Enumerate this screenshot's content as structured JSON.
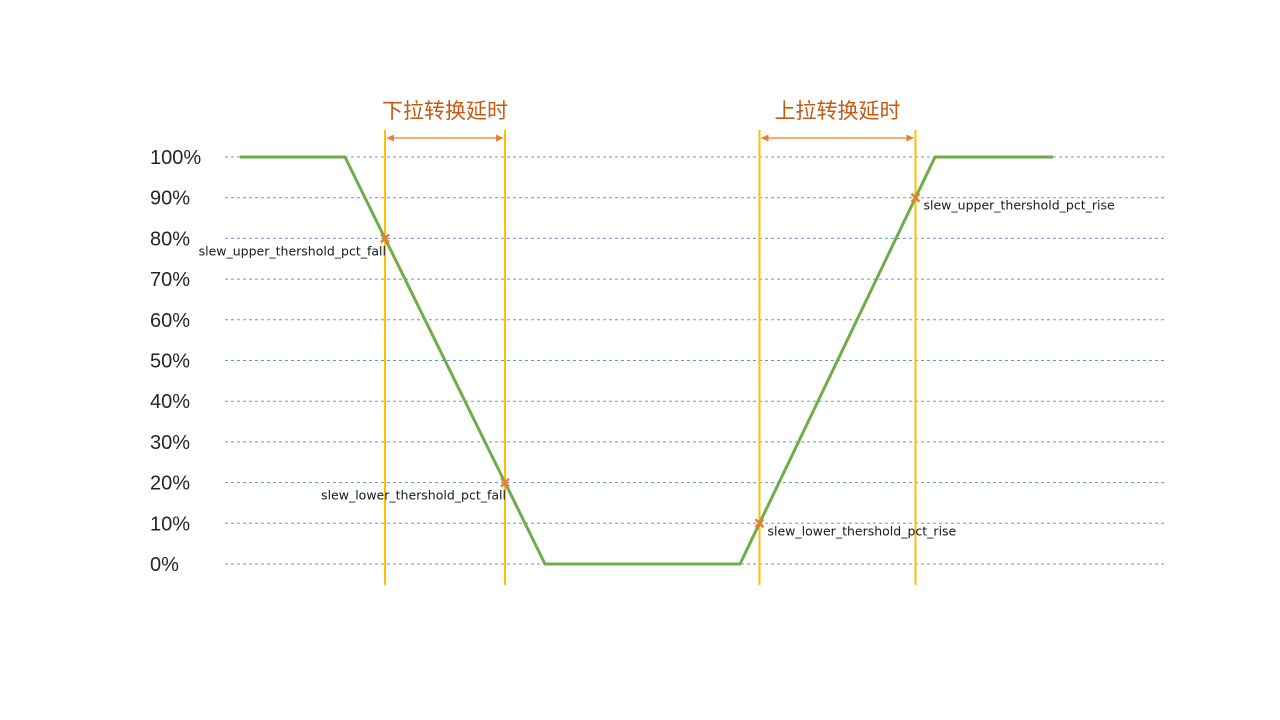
{
  "chart_data": {
    "type": "line",
    "y_ticks": [
      "100%",
      "90%",
      "80%",
      "70%",
      "60%",
      "50%",
      "40%",
      "30%",
      "20%",
      "10%",
      "0%"
    ],
    "ylim": [
      0,
      100
    ],
    "grid": true,
    "waveform": {
      "color": "#70ad47",
      "points": [
        {
          "t": 0,
          "v": 100
        },
        {
          "t": 105,
          "v": 100
        },
        {
          "t": 305,
          "v": 0
        },
        {
          "t": 500,
          "v": 0
        },
        {
          "t": 695,
          "v": 100
        },
        {
          "t": 813,
          "v": 100
        }
      ]
    },
    "markers": [
      {
        "label": "slew_upper_thershold_pct_fall",
        "v": 80,
        "edge": "fall"
      },
      {
        "label": "slew_lower_thershold_pct_fall",
        "v": 20,
        "edge": "fall"
      },
      {
        "label": "slew_lower_thershold_pct_rise",
        "v": 10,
        "edge": "rise"
      },
      {
        "label": "slew_upper_thershold_pct_rise",
        "v": 90,
        "edge": "rise"
      }
    ],
    "annotations": [
      {
        "label": "下拉转换延时",
        "from_marker": 0,
        "to_marker": 1
      },
      {
        "label": "上拉转换延时",
        "from_marker": 2,
        "to_marker": 3
      }
    ],
    "colors": {
      "grid": "#5b9bd5",
      "guide": "#ffc000",
      "marker": "#ed7d31",
      "arrow": "#ed7d31",
      "annotation_text": "#c55a11"
    }
  }
}
